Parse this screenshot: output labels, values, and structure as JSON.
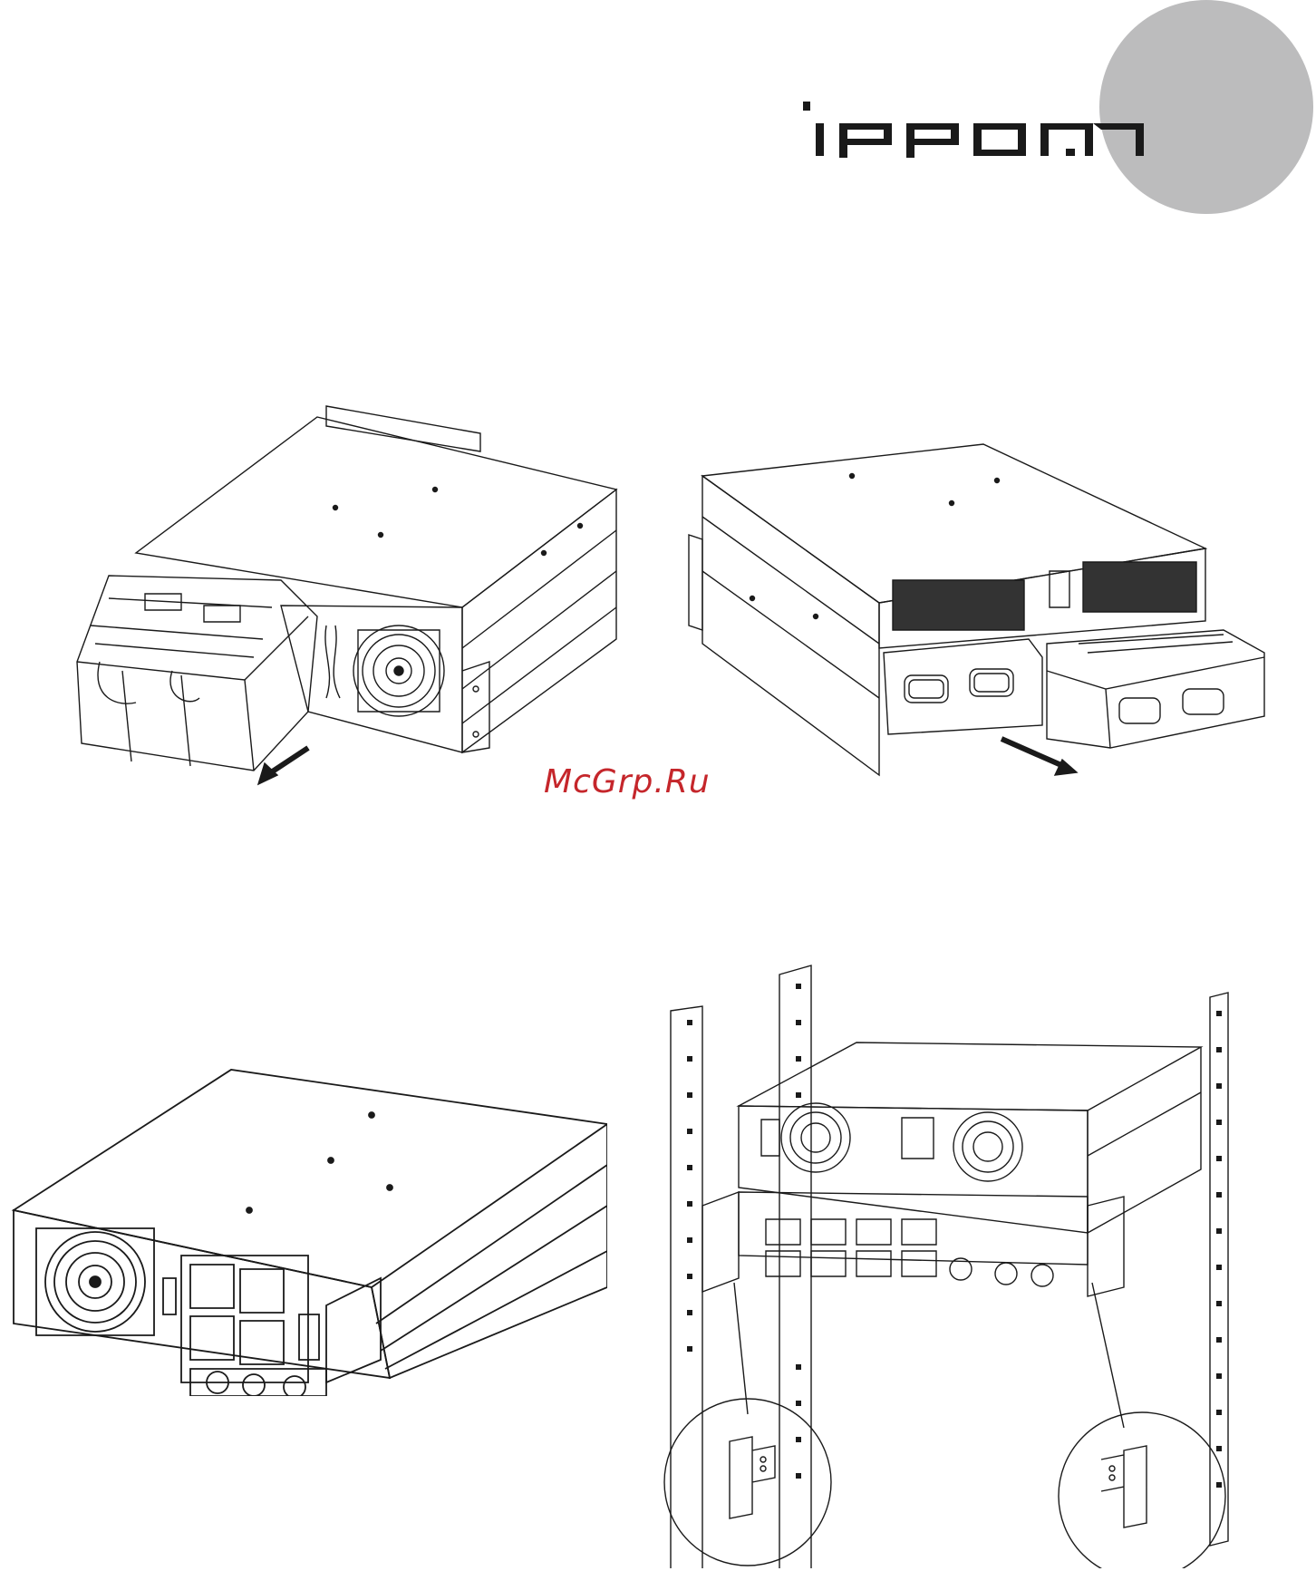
{
  "brand": {
    "logo_text": "ippon",
    "accent_circle_color": "#bcbcbd",
    "logo_color": "#1a1a1a"
  },
  "watermark": {
    "text": "McGrp.Ru",
    "color": "#c5262b"
  },
  "figures": [
    {
      "id": "fig-3u-battery-removal",
      "arrow_direction": "down-left"
    },
    {
      "id": "fig-6u-battery-removal",
      "arrow_direction": "down-right"
    },
    {
      "id": "fig-3u-rear-view"
    },
    {
      "id": "fig-6u-rack-mount",
      "detail_callouts": 2
    }
  ]
}
